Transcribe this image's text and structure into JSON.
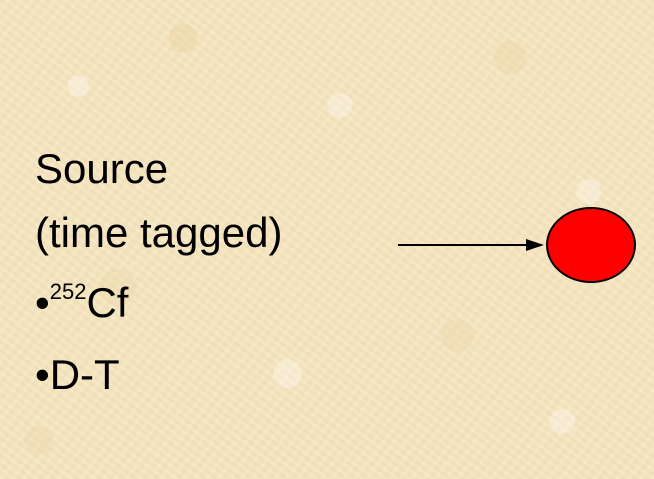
{
  "slide": {
    "background_color": "#f7e6bf",
    "lines": {
      "title": "Source",
      "subtitle": "(time tagged)",
      "bullet_char": "•",
      "item1_superscript": "252",
      "item1_text": "Cf",
      "item2_text": "D-T"
    },
    "source_circle_color": "#ff0000",
    "arrow_color": "#000000"
  }
}
